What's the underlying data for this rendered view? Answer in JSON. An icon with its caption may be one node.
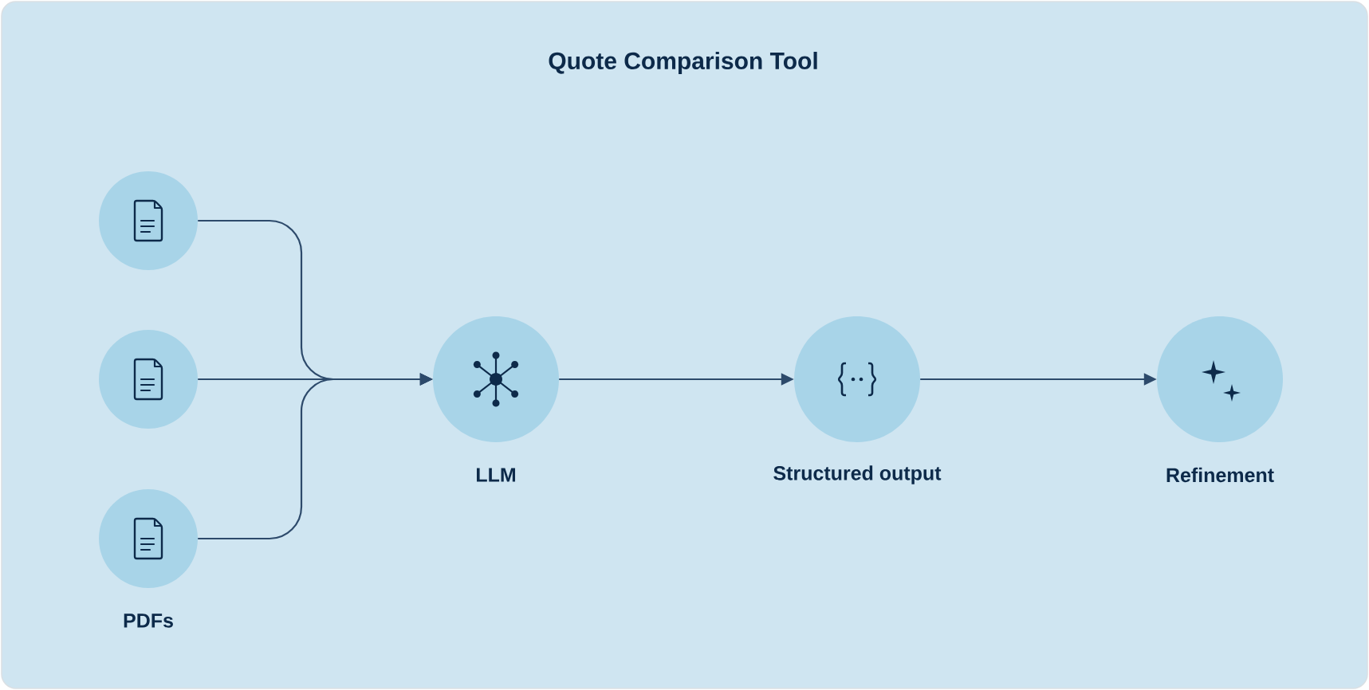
{
  "diagram": {
    "title": "Quote Comparison Tool",
    "nodes": [
      {
        "text": [],
        "shape": "circle"
      },
      {
        "text": [],
        "shape": "circle"
      },
      {
        "text": [],
        "shape": "circle",
        "beside": [
          "PDFs"
        ]
      },
      {
        "text": [],
        "shape": "circle",
        "beside": [
          "LLM"
        ]
      },
      {
        "text": [],
        "shape": "circle",
        "beside": [
          "Structured output"
        ]
      },
      {
        "text": [],
        "shape": "circle",
        "beside": [
          "Refinement"
        ]
      }
    ],
    "edges": [
      {
        "from": 0,
        "to": 3,
        "arrow": "to"
      },
      {
        "from": 1,
        "to": 3,
        "arrow": "to"
      },
      {
        "from": 2,
        "to": 3,
        "arrow": "to"
      },
      {
        "from": 3,
        "to": 4,
        "arrow": "to"
      },
      {
        "from": 4,
        "to": 5,
        "arrow": "to"
      }
    ]
  }
}
